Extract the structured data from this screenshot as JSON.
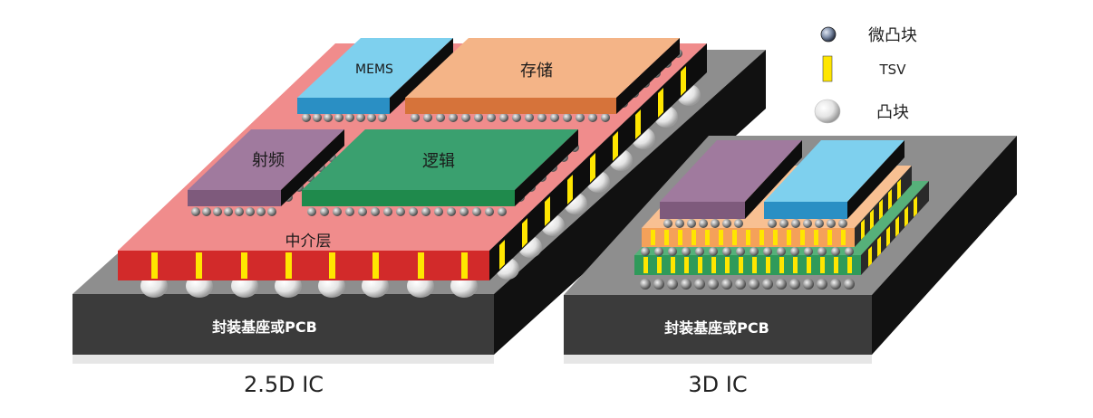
{
  "diagram_25d": {
    "substrate_label": "封装基座或PCB",
    "interposer_label": "中介层",
    "chip_mems": "MEMS",
    "chip_memory": "存储",
    "chip_rf": "射频",
    "chip_logic": "逻辑",
    "caption": "2.5D IC"
  },
  "diagram_3d": {
    "substrate_label": "封装基座或PCB",
    "caption": "3D IC"
  },
  "legend": {
    "micro_bump": "微凸块",
    "tsv": "TSV",
    "bump": "凸块"
  },
  "colors": {
    "substrate_front": "#3b3b3b",
    "substrate_top": "#8e8e8e",
    "interposer_top": "#f08c8c",
    "interposer_front": "#d22a2a",
    "tsv": "#ffe600",
    "mems": "#7ed0ee",
    "memory": "#f4b487",
    "rf": "#a07a9e",
    "logic": "#2e9a6a",
    "green_die": "#2f9a5a",
    "orange_die": "#f4a15a"
  }
}
